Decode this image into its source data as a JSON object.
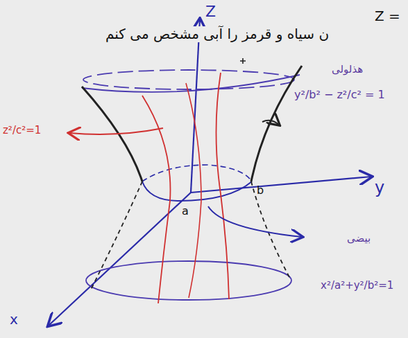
{
  "diagram": {
    "labels": [
      "ن سیاه و قرمز را آبی مشخص می کنم",
      "Z",
      "Z =",
      "هذلولی",
      "y²/b² − z²/c² = 1",
      "بیضی",
      "x²/a²+y²/b²=1",
      "a",
      "b",
      "y",
      "x",
      "z²/c²=1"
    ]
  }
}
